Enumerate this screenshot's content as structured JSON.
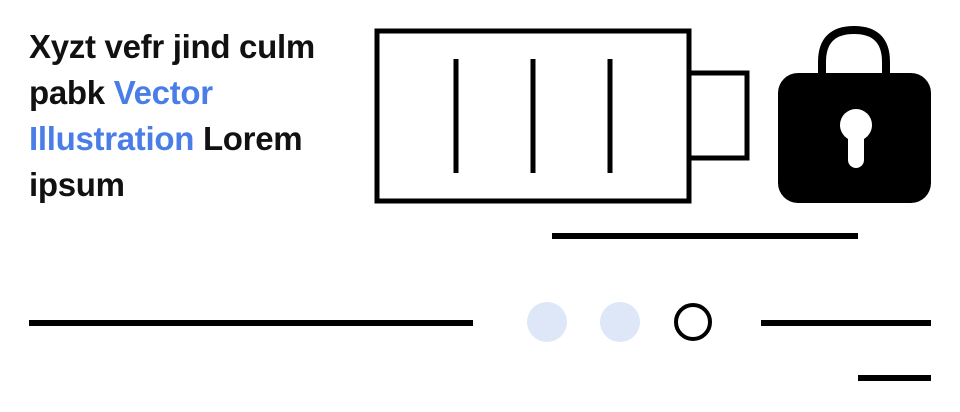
{
  "headline": {
    "part1": "Xyzt vefr jind culm pabk ",
    "accent": "Vector Illustration",
    "part2": " Lorem ipsum"
  },
  "colors": {
    "text": "#111111",
    "accent": "#4a7ee6",
    "dot_inactive": "#dde7f7",
    "stroke": "#000000"
  },
  "icons": [
    "battery-icon",
    "padlock-icon"
  ]
}
